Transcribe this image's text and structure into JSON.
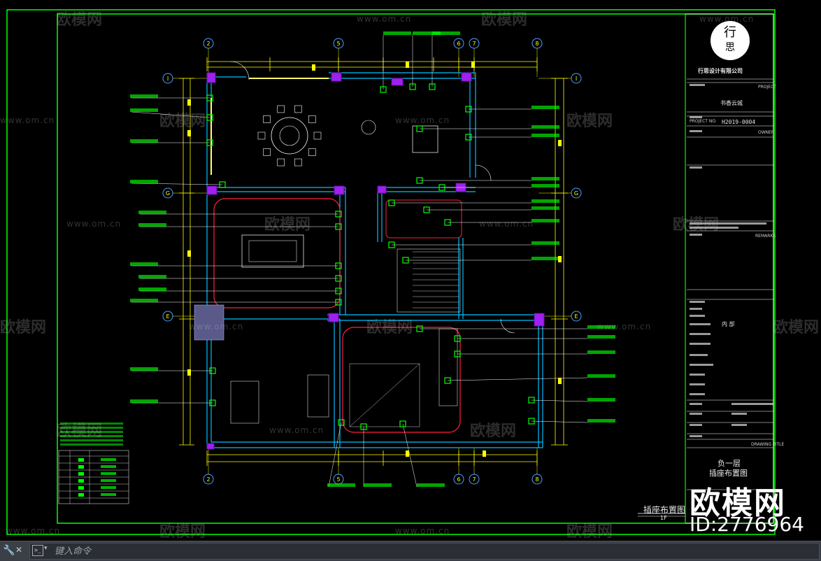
{
  "colors": {
    "background": "#000000",
    "frame": "#00ff00",
    "wall": "#00bfff",
    "dim": "#ffff00",
    "symbol": "#00ff00",
    "column": "#a020f0",
    "furniture": "#ffffff",
    "rug": "#ff2040",
    "cmd_bar": "#3b3f48"
  },
  "grid_labels": {
    "top": [
      "2",
      "5",
      "6",
      "7",
      "8"
    ],
    "bottom": [
      "2",
      "5",
      "6",
      "7",
      "8"
    ],
    "left": [
      "I",
      "G",
      "E"
    ],
    "right": [
      "I",
      "G",
      "E"
    ]
  },
  "title_block": {
    "company": "行思设计有限公司",
    "project_label": "PROJECT",
    "project_name": "书香云城",
    "project_no_label": "PROJECT NO.",
    "project_no": "H2019-0004",
    "owner_label": "OWNER",
    "drawing_title_label": "DRAWING TITLE",
    "sheet_title_1": "负一层",
    "sheet_title_2": "插座布置图",
    "remarks_label": "REMARKS",
    "interior_label": "内 部"
  },
  "drawing_caption": {
    "title": "插座布置图",
    "scale": "1F"
  },
  "watermarks": {
    "brand": "欧模网",
    "url": "www.om.cn",
    "big": "欧模网",
    "id": "ID:2776964"
  },
  "command_line": {
    "placeholder": "键入命令",
    "icon": "terminal-icon",
    "wrench": "wrench-icon",
    "close": "close-icon"
  }
}
